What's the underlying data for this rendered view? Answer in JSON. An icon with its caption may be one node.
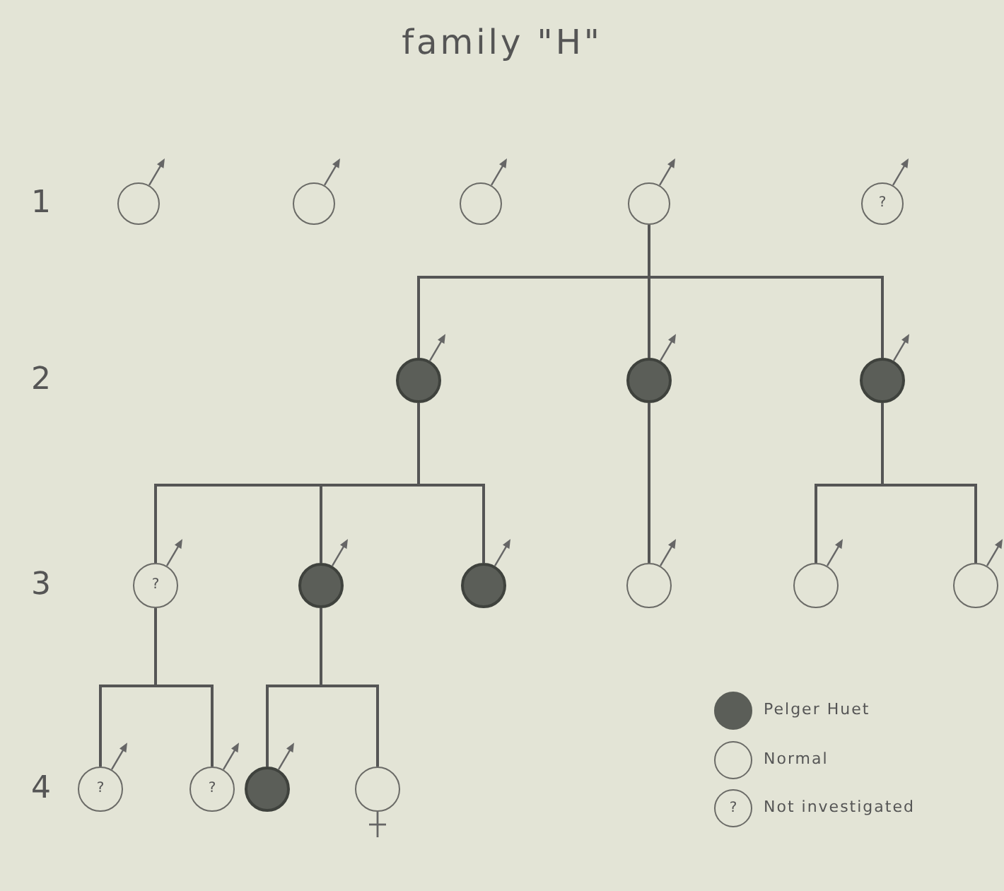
{
  "diagram": {
    "title": "family \"H\"",
    "nodes": [
      {
        "text": [],
        "shape": "circle"
      },
      {
        "text": [],
        "shape": "circle"
      },
      {
        "text": [],
        "shape": "circle"
      },
      {
        "text": [],
        "shape": "circle"
      },
      {
        "text": [
          "?"
        ]
      },
      {
        "text": [],
        "shape": "circle"
      },
      {
        "text": [],
        "shape": "circle"
      },
      {
        "text": [],
        "shape": "circle"
      },
      {
        "text": [
          "?"
        ]
      },
      {
        "text": [],
        "shape": "circle"
      },
      {
        "text": [],
        "shape": "circle"
      },
      {
        "text": [],
        "shape": "circle"
      },
      {
        "text": [],
        "shape": "circle"
      },
      {
        "text": [],
        "shape": "circle"
      },
      {
        "text": [
          "?"
        ]
      },
      {
        "text": [
          "?"
        ]
      },
      {
        "text": [],
        "shape": "circle"
      },
      {
        "text": [],
        "shape": "circle"
      }
    ],
    "edges": [
      {
        "from": 3,
        "to": 5,
        "arrow": "none"
      },
      {
        "from": 3,
        "to": 6,
        "arrow": "none"
      },
      {
        "from": 3,
        "to": 7,
        "arrow": "none"
      },
      {
        "from": 5,
        "to": 8,
        "arrow": "none"
      },
      {
        "from": 5,
        "to": 9,
        "arrow": "none"
      },
      {
        "from": 5,
        "to": 10,
        "arrow": "none"
      },
      {
        "from": 6,
        "to": 11,
        "arrow": "none"
      },
      {
        "from": 7,
        "to": 12,
        "arrow": "none"
      },
      {
        "from": 7,
        "to": 13,
        "arrow": "none"
      },
      {
        "from": 8,
        "to": 14,
        "arrow": "none"
      },
      {
        "from": 8,
        "to": 15,
        "arrow": "none"
      },
      {
        "from": 9,
        "to": 16,
        "arrow": "none"
      },
      {
        "from": 9,
        "to": 17,
        "arrow": "none"
      }
    ],
    "labels": [
      "1",
      "2",
      "3",
      "4",
      "?"
    ],
    "legend": [
      {
        "text": "Pelger Huet",
        "color": "#5b5e58"
      },
      {
        "text": "Normal"
      },
      {
        "text": "Not investigated"
      }
    ]
  }
}
